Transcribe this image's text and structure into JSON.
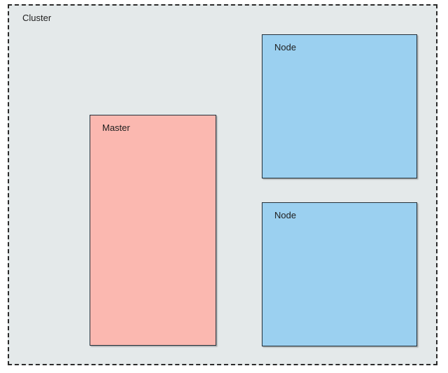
{
  "diagram": {
    "type": "block-diagram",
    "title": "Cluster",
    "background_color": "#ffffff",
    "cluster": {
      "label": "Cluster",
      "fill_color": "#e4e9ea",
      "border_color": "#2b2b2b",
      "border_style": "dashed"
    },
    "boxes": [
      {
        "id": "master",
        "label": "Master",
        "fill_color": "#fbb8b0",
        "border_color": "#23303a"
      },
      {
        "id": "node-1",
        "label": "Node",
        "fill_color": "#9bd0f0",
        "border_color": "#23303a"
      },
      {
        "id": "node-2",
        "label": "Node",
        "fill_color": "#9bd0f0",
        "border_color": "#23303a"
      }
    ]
  }
}
